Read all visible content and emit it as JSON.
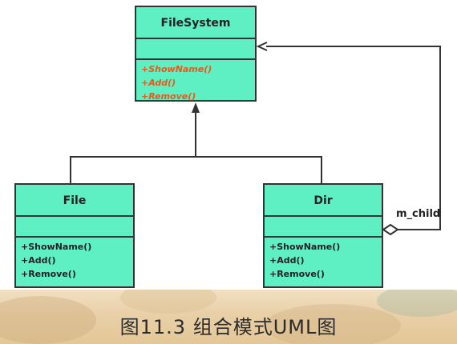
{
  "classes": {
    "filesystem": {
      "name": "FileSystem",
      "methods": [
        "+ShowName()",
        "+Add()",
        "+Remove()"
      ]
    },
    "file": {
      "name": "File",
      "methods": [
        "+ShowName()",
        "+Add()",
        "+Remove()"
      ]
    },
    "dir": {
      "name": "Dir",
      "methods": [
        "+ShowName()",
        "+Add()",
        "+Remove()"
      ]
    }
  },
  "relations": {
    "aggregation_role": "m_child"
  },
  "caption": "图11.3 组合模式UML图",
  "colors": {
    "class_fill": "#5ef0c2",
    "abstract_method": "#e8571e",
    "line": "#333333"
  }
}
